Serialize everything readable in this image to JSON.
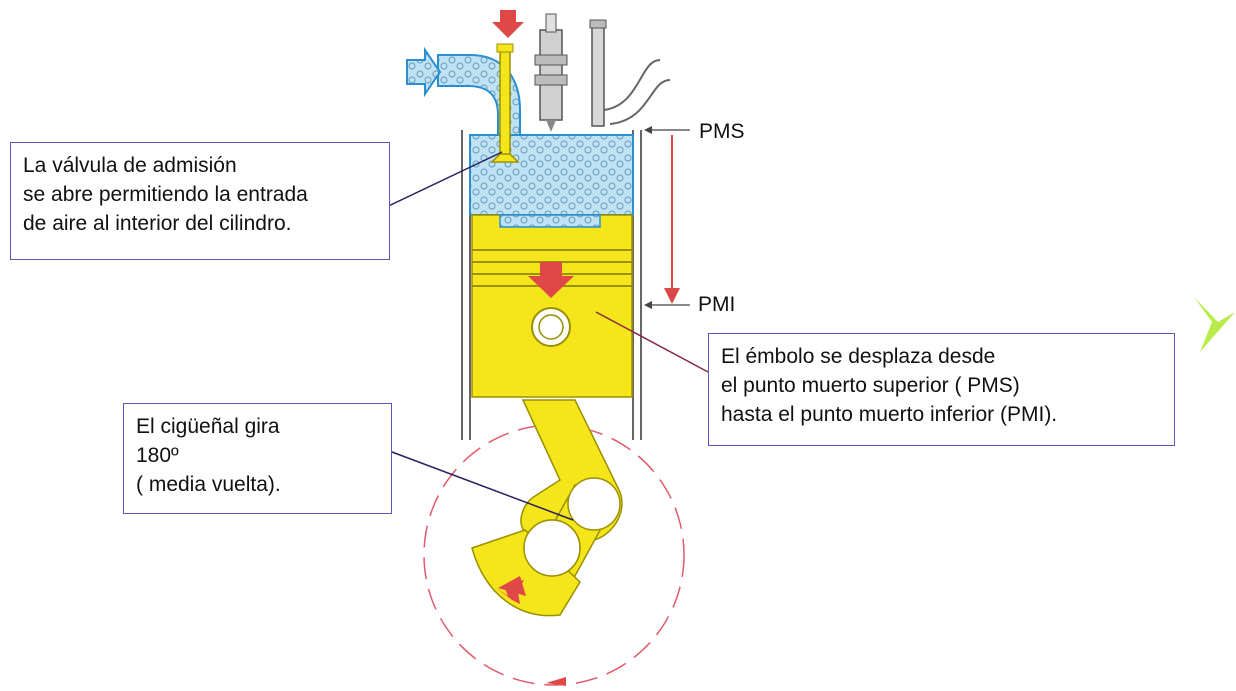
{
  "labels": {
    "pms": "PMS",
    "pmi": "PMI"
  },
  "callouts": {
    "intake_valve": [
      "La válvula de admisión",
      "se abre permitiendo la entrada",
      "de aire al interior del cilindro."
    ],
    "piston": [
      "El émbolo se desplaza desde",
      "el punto muerto superior ( PMS)",
      "hasta el punto muerto inferior (PMI)."
    ],
    "crankshaft": [
      "El cigüeñal gira",
      "180º",
      "( media vuelta)."
    ]
  },
  "colors": {
    "piston": "#f5e61c",
    "piston_outline": "#9a9000",
    "air_charge": "#bfe3f5",
    "air_outline": "#2a8fd0",
    "arrow": "#e04848",
    "callout_border": "#5a58b8",
    "rotation_circle": "#e05a6a",
    "next_marker": "#b8ec4a"
  }
}
